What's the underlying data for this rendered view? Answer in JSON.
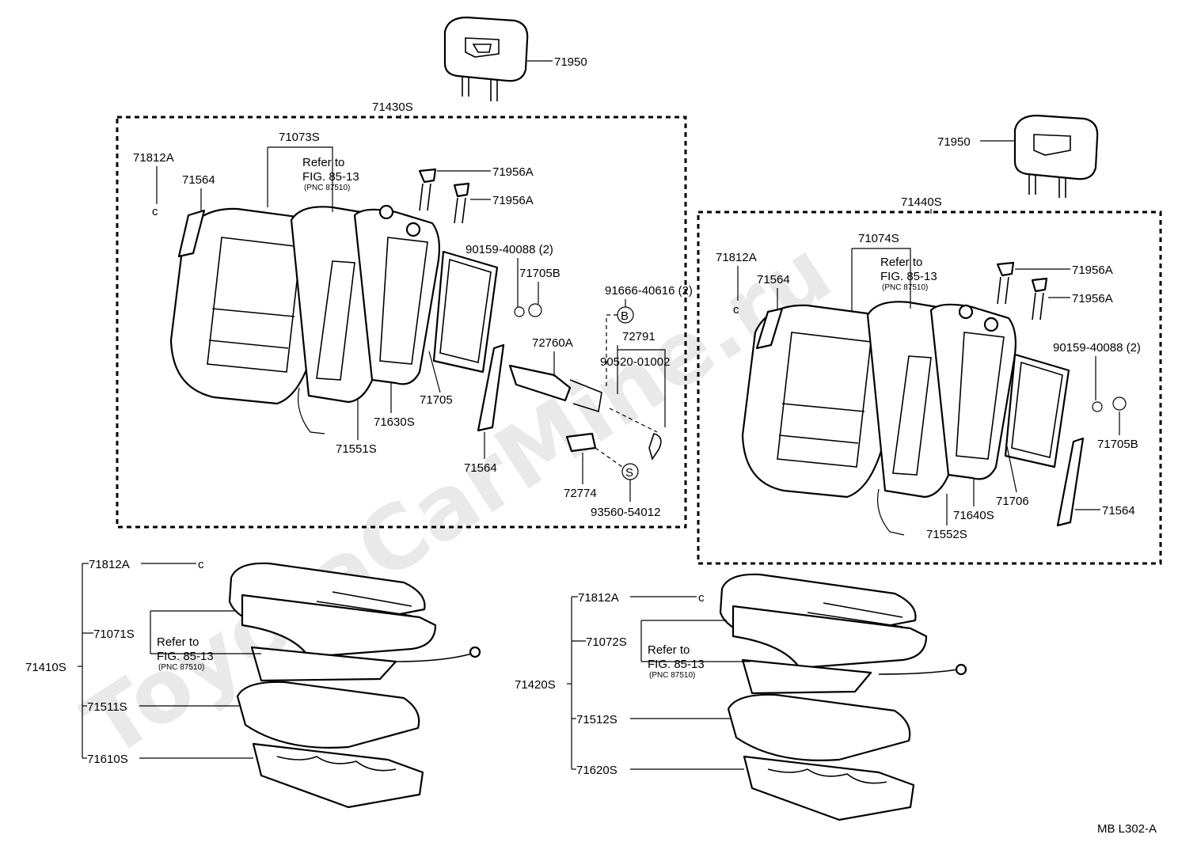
{
  "watermark": "ToyotaCarMine.ru",
  "figure_code": "MB L302-A",
  "labels": {
    "headrest_top": "71950",
    "frame_left": "71430S",
    "frame_right": "71440S",
    "headrest_right": "71950",
    "cover_left": "71073S",
    "cover_right": "71074S",
    "refer_left": "Refer to",
    "fig_left": "FIG. 85-13",
    "pnc_left": "(PNC 87510)",
    "refer_right": "Refer to",
    "fig_right": "FIG. 85-13",
    "pnc_right": "(PNC 87510)",
    "hog_ring_l": "71812A",
    "pad_l": "71564",
    "guide_l1": "71956A",
    "guide_l2": "71956A",
    "screw_l": "90159-40088 (2)",
    "board_l": "71705B",
    "bolt_l": "91666-40616 (2)",
    "b_mark": "B",
    "bracket_l": "72760A",
    "knob_l": "72791",
    "pin_l": "90520-01002",
    "board_frame_l": "71705",
    "spring_l": "71630S",
    "pad_bottom_l": "71551S",
    "pad_side_l": "71564",
    "cover_knob_l": "72774",
    "s_mark": "S",
    "screw_bottom_l": "93560-54012",
    "hog_ring_r": "71812A",
    "pad_r": "71564",
    "guide_r1": "71956A",
    "guide_r2": "71956A",
    "screw_r": "90159-40088 (2)",
    "board_r": "71705B",
    "frame_r": "71706",
    "spring_r": "71640S",
    "pad_bottom_r": "71552S",
    "pad_side_r": "71564",
    "cushion_l_group": "71410S",
    "cushion_l_ring": "71812A",
    "cushion_l_cover": "71071S",
    "cushion_l_refer": "Refer to",
    "cushion_l_fig": "FIG. 85-13",
    "cushion_l_pnc": "(PNC 87510)",
    "cushion_l_pad": "71511S",
    "cushion_l_frame": "71610S",
    "cushion_r_group": "71420S",
    "cushion_r_ring": "71812A",
    "cushion_r_cover": "71072S",
    "cushion_r_refer": "Refer to",
    "cushion_r_fig": "FIG. 85-13",
    "cushion_r_pnc": "(PNC 87510)",
    "cushion_r_pad": "71512S",
    "cushion_r_frame": "71620S"
  }
}
